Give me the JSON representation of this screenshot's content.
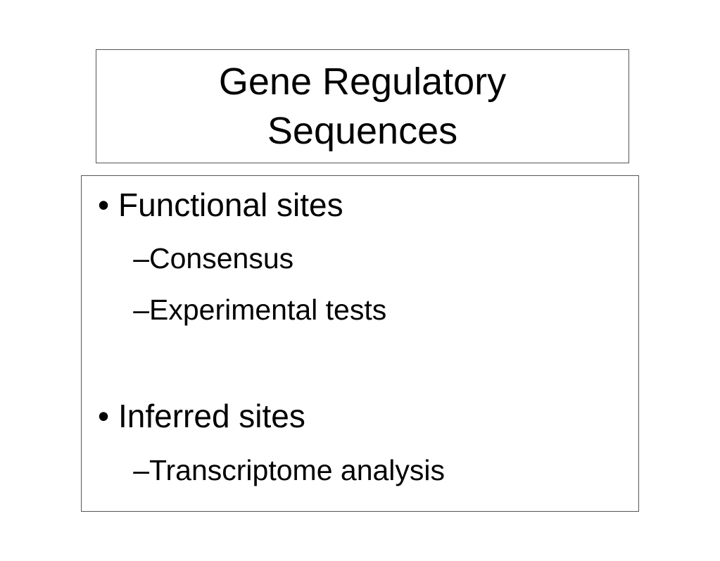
{
  "slide": {
    "title_lines": [
      "Gene Regulatory",
      "Sequences"
    ],
    "bullets": [
      {
        "marker": "•",
        "text": "Functional sites",
        "subitems": [
          {
            "marker": "–",
            "text": "Consensus"
          },
          {
            "marker": "–",
            "text": "Experimental tests"
          }
        ]
      },
      {
        "marker": "•",
        "text": "Inferred sites",
        "subitems": [
          {
            "marker": "–",
            "text": "Transcriptome analysis"
          }
        ]
      }
    ]
  }
}
